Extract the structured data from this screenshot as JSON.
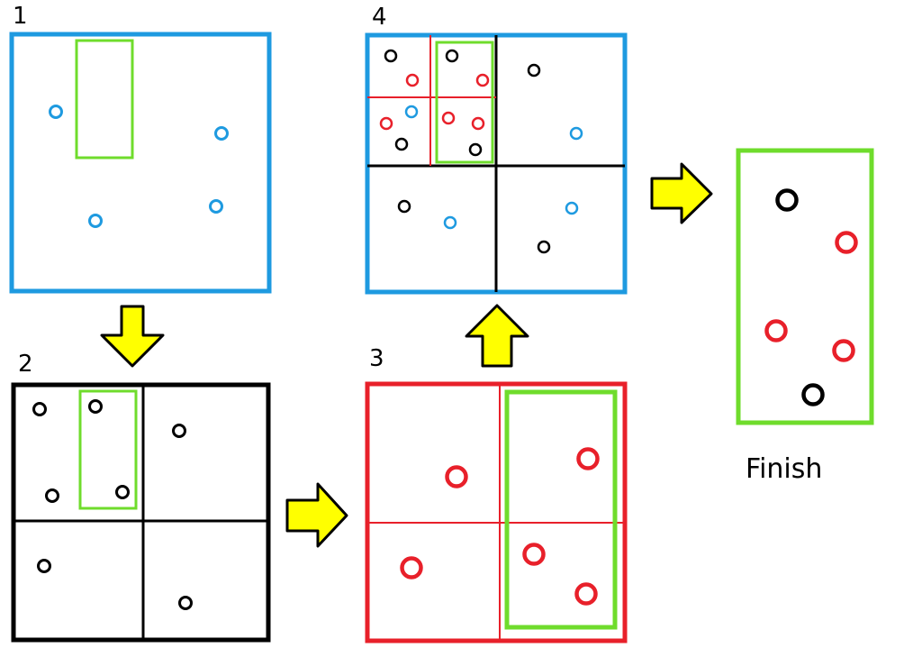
{
  "labels": {
    "step1": "1",
    "step2": "2",
    "step3": "3",
    "step4": "4",
    "finish": "Finish"
  },
  "colors": {
    "blue": "#1e9ae0",
    "black": "#000000",
    "red": "#e8202a",
    "green": "#6fdc2c",
    "arrow_fill": "#ffff00",
    "arrow_stroke": "#000000"
  }
}
